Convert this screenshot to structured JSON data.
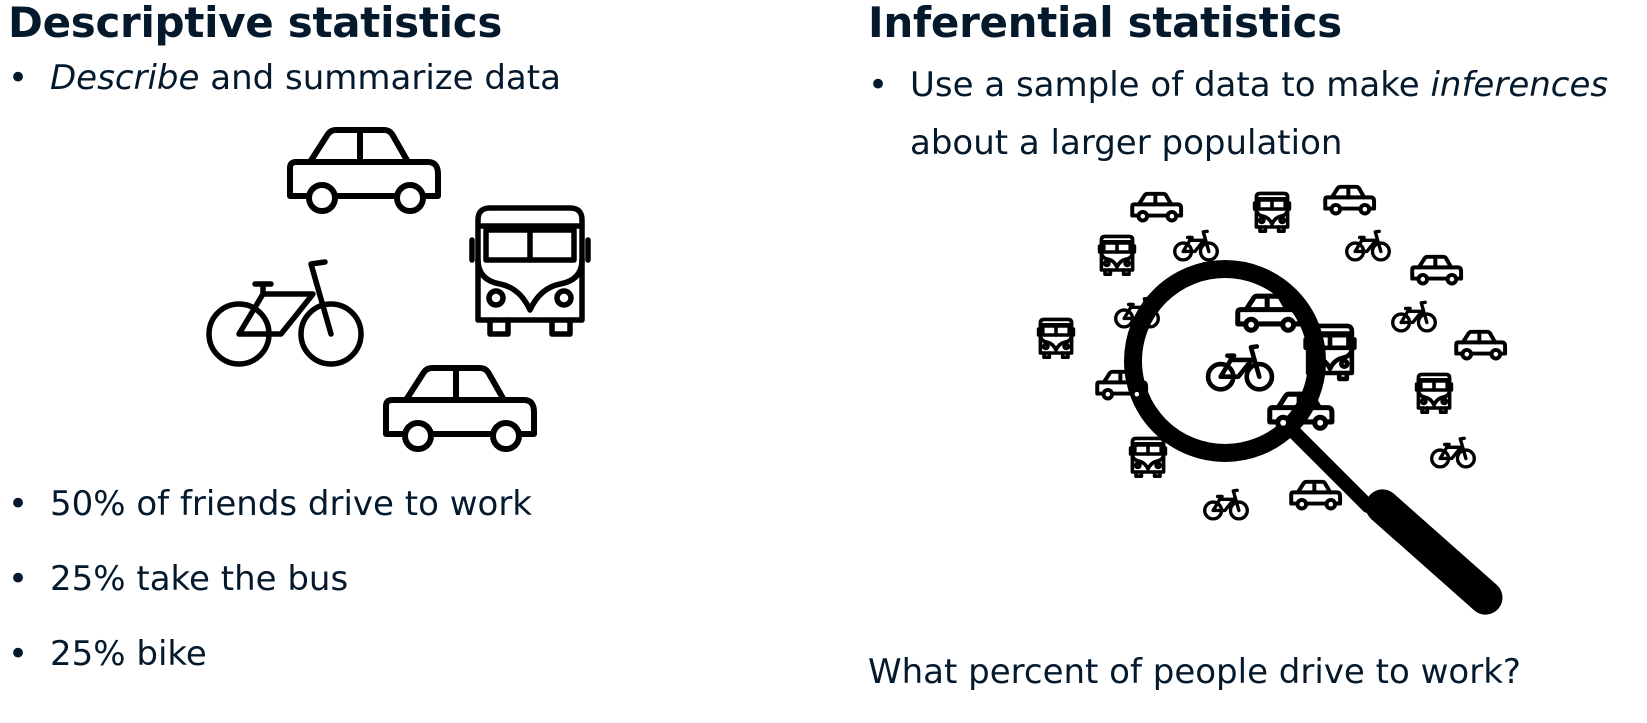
{
  "left": {
    "title": "Descriptive statistics",
    "point_em": "Describe",
    "point_rest": " and summarize data",
    "stats": [
      "50% of friends drive to work",
      "25% take the bus",
      "25% bike"
    ]
  },
  "right": {
    "title": "Inferential statistics",
    "point_pre": "Use a sample of data to make ",
    "point_em": "inferences",
    "point_post": " about a larger population",
    "question": "What percent of people drive to work?"
  },
  "bullet": "•",
  "colors": {
    "text": "#05192d",
    "icon": "#000000"
  },
  "icons": [
    "car-icon",
    "bus-icon",
    "bicycle-icon",
    "magnifying-glass-icon"
  ]
}
